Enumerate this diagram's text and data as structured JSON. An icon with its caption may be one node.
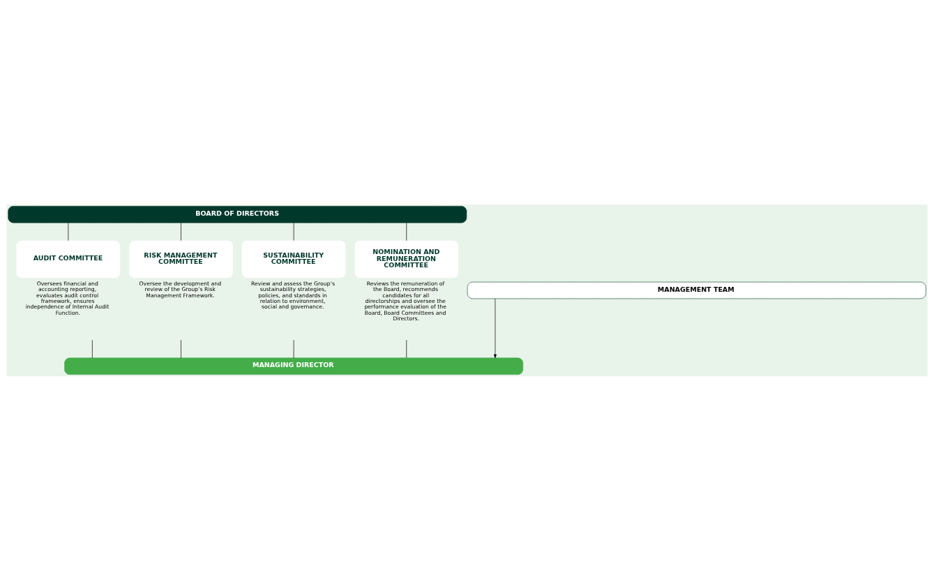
{
  "diagram": {
    "nodes": [
      {
        "text": [
          "BOARD OF DIRECTORS"
        ]
      },
      {
        "text": [
          "AUDIT COMMITTEE"
        ],
        "beside": [
          "Oversees financial and accounting reporting, evaluates audit control framework, ensures independence of Internal Audit Function."
        ]
      },
      {
        "text": [
          "RISK MANAGEMENT COMMITTEE"
        ],
        "beside": [
          "Oversee the development and review of the Group’s Risk Management Framework."
        ]
      },
      {
        "text": [
          "SUSTAINABILITY COMMITTEE"
        ],
        "beside": [
          "Review and assess the Group’s sustainability strategies, policies, and standards in relation to environment, social and governance."
        ]
      },
      {
        "text": [
          "NOMINATION AND REMUNERATION COMMITTEE"
        ],
        "beside": [
          "Reviews the remuneration of the Board, recommends candidates for all directorships and oversee the performance evaluation of the Board, Board Committees and Directors."
        ]
      },
      {
        "text": [
          "MANAGING DIRECTOR"
        ]
      },
      {
        "text": [
          "MANAGEMENT TEAM"
        ]
      }
    ],
    "edges": [
      {
        "from": 0,
        "to": 1,
        "arrow": "none"
      },
      {
        "from": 0,
        "to": 2,
        "arrow": "none"
      },
      {
        "from": 0,
        "to": 3,
        "arrow": "none"
      },
      {
        "from": 0,
        "to": 4,
        "arrow": "none"
      },
      {
        "from": 1,
        "to": 5,
        "arrow": "none"
      },
      {
        "from": 2,
        "to": 5,
        "arrow": "none"
      },
      {
        "from": 3,
        "to": 5,
        "arrow": "none"
      },
      {
        "from": 4,
        "to": 5,
        "arrow": "none"
      },
      {
        "from": 6,
        "to": 5,
        "arrow": "to"
      }
    ]
  }
}
